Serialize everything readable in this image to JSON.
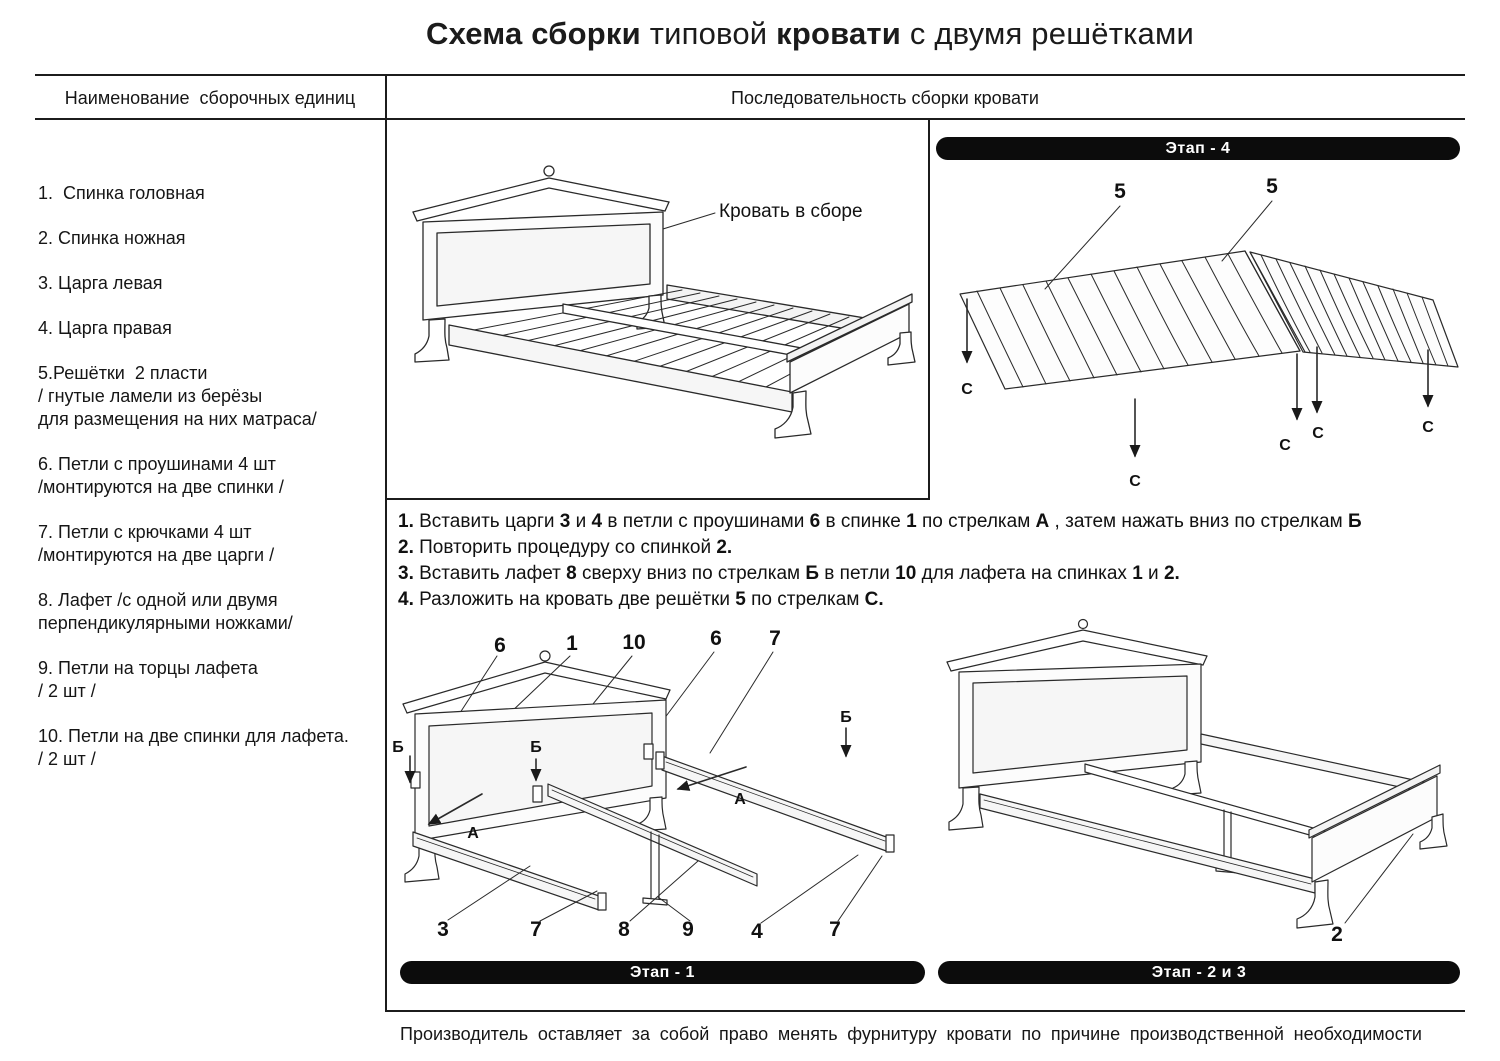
{
  "title": {
    "b1": "Схема сборки",
    "r1": " типовой ",
    "b2": "кровати",
    "r2": " с двумя решётками"
  },
  "headers": {
    "left": "Наименование  сборочных единиц",
    "right": "Последовательность сборки кровати"
  },
  "parts": [
    "1.  Спинка головная",
    "2. Спинка ножная",
    "3. Царга левая",
    "4. Царга правая",
    "5.Решётки  2 пласти\n/ гнутые ламели из берёзы\nдля размещения на них матраса/",
    "6. Петли с проушинами 4 шт\n/монтируются на две спинки /",
    "7. Петли с крючками 4 шт\n/монтируются на две царги /",
    "8. Лафет /с одной или двумя\nперпендикулярными ножками/",
    "9. Петли на торцы лафета\n/ 2 шт /",
    "10. Петли на две спинки для лафета.\n/ 2 шт /"
  ],
  "stages": {
    "s4": "Этап -  4",
    "s1": "Этап - 1",
    "s23": "Этап -  2 и 3"
  },
  "instructions": [
    [
      {
        "t": "1.",
        "b": 1
      },
      {
        "t": " Вставить царги ",
        "b": 0
      },
      {
        "t": "3",
        "b": 1
      },
      {
        "t": " и ",
        "b": 0
      },
      {
        "t": "4",
        "b": 1
      },
      {
        "t": " в петли с проушинами ",
        "b": 0
      },
      {
        "t": "6",
        "b": 1
      },
      {
        "t": " в спинке ",
        "b": 0
      },
      {
        "t": "1",
        "b": 1
      },
      {
        "t": " по стрелкам ",
        "b": 0
      },
      {
        "t": "А",
        "b": 1
      },
      {
        "t": " , затем нажать вниз по стрелкам ",
        "b": 0
      },
      {
        "t": "Б",
        "b": 1
      }
    ],
    [
      {
        "t": "2.",
        "b": 1
      },
      {
        "t": " Повторить процедуру со спинкой ",
        "b": 0
      },
      {
        "t": "2.",
        "b": 1
      }
    ],
    [
      {
        "t": "3.",
        "b": 1
      },
      {
        "t": " Вставить лафет ",
        "b": 0
      },
      {
        "t": "8",
        "b": 1
      },
      {
        "t": " сверху вниз по стрелкам ",
        "b": 0
      },
      {
        "t": "Б",
        "b": 1
      },
      {
        "t": " в петли ",
        "b": 0
      },
      {
        "t": "10",
        "b": 1
      },
      {
        "t": " для лафета на спинках ",
        "b": 0
      },
      {
        "t": "1",
        "b": 1
      },
      {
        "t": " и ",
        "b": 0
      },
      {
        "t": "2.",
        "b": 1
      }
    ],
    [
      {
        "t": "4.",
        "b": 1
      },
      {
        "t": " Разложить на кровать две решётки ",
        "b": 0
      },
      {
        "t": "5",
        "b": 1
      },
      {
        "t": " по стрелкам ",
        "b": 0
      },
      {
        "t": "С.",
        "b": 1
      }
    ]
  ],
  "labels": {
    "assembled_caption": "Кровать в сборе",
    "n1": "1",
    "n2": "2",
    "n3": "3",
    "n4": "4",
    "n5": "5",
    "n6": "6",
    "n7": "7",
    "n8": "8",
    "n9": "9",
    "n10": "10",
    "arrow_a": "А",
    "arrow_b": "Б",
    "arrow_c": "С"
  },
  "footer": "Производитель оставляет за собой право менять фурнитуру кровати по причине производственной необходимости"
}
